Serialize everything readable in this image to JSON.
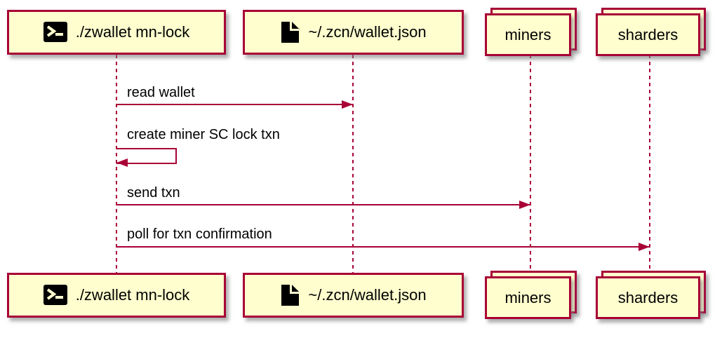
{
  "diagram": {
    "type": "sequence-diagram",
    "background": "#FFFFFF",
    "colors": {
      "participant_fill": "#FEFECE",
      "participant_border": "#A80036",
      "lifeline": "#A80036",
      "arrow": "#A80036",
      "text": "#000000",
      "shadow": "#888888"
    },
    "participants": [
      {
        "label": "./zwallet mn-lock",
        "icon": "terminal-icon",
        "kind": "participant"
      },
      {
        "label": "~/.zcn/wallet.json",
        "icon": "file-icon",
        "kind": "participant"
      },
      {
        "label": "miners",
        "icon": "none",
        "kind": "collections"
      },
      {
        "label": "sharders",
        "icon": "none",
        "kind": "collections"
      }
    ],
    "messages": [
      {
        "label": "read wallet",
        "from": "./zwallet mn-lock",
        "to": "~/.zcn/wallet.json",
        "style": "solid-arrow"
      },
      {
        "label": "create miner SC lock txn",
        "from": "./zwallet mn-lock",
        "to": "./zwallet mn-lock",
        "style": "self-arrow"
      },
      {
        "label": "send txn",
        "from": "./zwallet mn-lock",
        "to": "miners",
        "style": "solid-arrow"
      },
      {
        "label": "poll for txn confirmation",
        "from": "./zwallet mn-lock",
        "to": "sharders",
        "style": "solid-arrow"
      }
    ]
  }
}
